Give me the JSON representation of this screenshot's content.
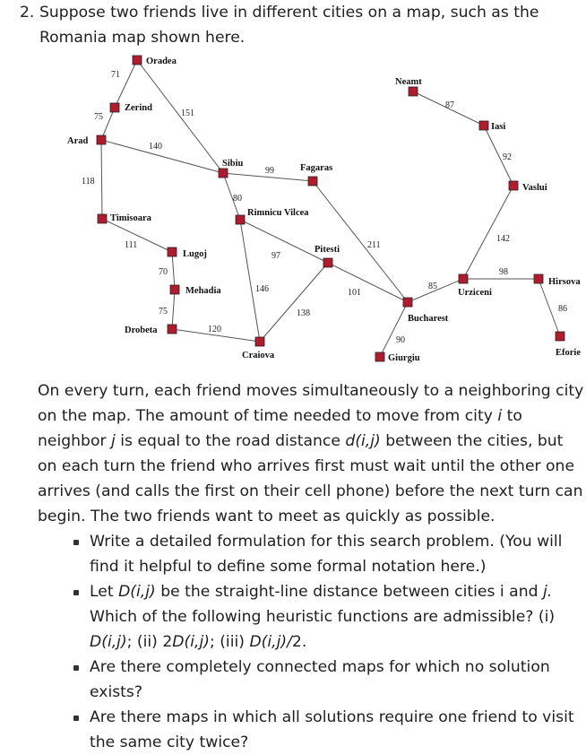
{
  "question": {
    "number": "2.",
    "line1": "Suppose two friends live in different cities on a map, such as the",
    "line2": "Romania map shown here."
  },
  "map": {
    "cities": {
      "oradea": "Oradea",
      "zerind": "Zerind",
      "arad": "Arad",
      "timisoara": "Timisoara",
      "lugoj": "Lugoj",
      "mehadia": "Mehadia",
      "drobeta": "Drobeta",
      "craiova": "Craiova",
      "sibiu": "Sibiu",
      "fagaras": "Fagaras",
      "rimnicu": "Rimnicu Vilcea",
      "pitesti": "Pitesti",
      "bucharest": "Bucharest",
      "giurgiu": "Giurgiu",
      "urziceni": "Urziceni",
      "neamt": "Neamt",
      "iasi": "Iasi",
      "vaslui": "Vaslui",
      "hirsova": "Hirsova",
      "eforie": "Eforie"
    },
    "distances": {
      "oradea_zerind": "71",
      "zerind_arad": "75",
      "oradea_sibiu": "151",
      "arad_sibiu": "140",
      "arad_timisoara": "118",
      "timisoara_lugoj": "111",
      "lugoj_mehadia": "70",
      "mehadia_drobeta": "75",
      "drobeta_craiova": "120",
      "sibiu_fagaras": "99",
      "sibiu_rimnicu": "80",
      "rimnicu_craiova": "146",
      "rimnicu_pitesti": "97",
      "craiova_pitesti": "138",
      "pitesti_bucharest": "101",
      "fagaras_bucharest": "211",
      "bucharest_giurgiu": "90",
      "bucharest_urziceni": "85",
      "urziceni_vaslui": "142",
      "urziceni_hirsova": "98",
      "hirsova_eforie": "86",
      "vaslui_iasi": "92",
      "iasi_neamt": "87"
    },
    "city_color": "#b01c2e"
  },
  "body": {
    "p1": "On every turn, each friend moves simultaneously to a neighboring city on the map. The amount of time needed to move from city ",
    "p1_i": "i",
    "p1_b": " to neighbor ",
    "p1_j": "j",
    "p1_c": " is equal to the road distance ",
    "p1_d": "d(i,j)",
    "p1_e": " between the cities, but on each turn the friend who arrives first must wait until the other one arrives (and calls the first on their cell phone) before the next turn can begin. The two friends want to meet as quickly as possible."
  },
  "tasks": {
    "t1": "Write a detailed formulation for this search problem. (You will find it helpful to define some formal notation here.)",
    "t2a": "Let ",
    "t2_D": "D(i,j)",
    "t2b": " be the straight-line distance between cities i and ",
    "t2_j": "j.",
    "t2c": " Which of the following heuristic functions are admissible? (i) ",
    "t2_i": "D(i,j)",
    "t2d": "; (ii) 2",
    "t2_ii": "D(i,j)",
    "t2e": "; (iii) ",
    "t2_iii": "D(i,j)/",
    "t2f": "2.",
    "t3": "Are there completely connected maps for which no solution exists?",
    "t4": "Are there maps in which all solutions require one friend to visit the same city twice?"
  }
}
